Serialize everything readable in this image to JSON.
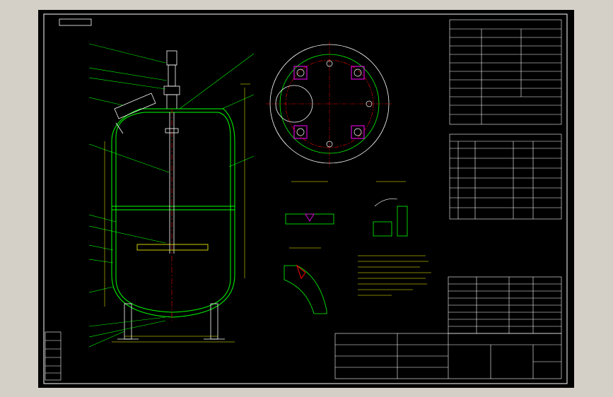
{
  "colors": {
    "background_outer": "#d4d0c8",
    "canvas": "#000000",
    "frame": "#ffffff",
    "vessel": "#00ff00",
    "annotation": "#ffff00",
    "centerline": "#ff0000",
    "leader": "#00ff00",
    "nozzle_fill": "#ff00ff"
  },
  "drawing": {
    "type": "cad-assembly-drawing",
    "subject": "stirred-tank-reactor",
    "views": [
      "front-section",
      "top-view",
      "weld-detail-1",
      "weld-detail-2",
      "weld-detail-3"
    ],
    "tables": [
      "design-data-table",
      "nozzle-table",
      "parts-list",
      "title-block"
    ]
  }
}
